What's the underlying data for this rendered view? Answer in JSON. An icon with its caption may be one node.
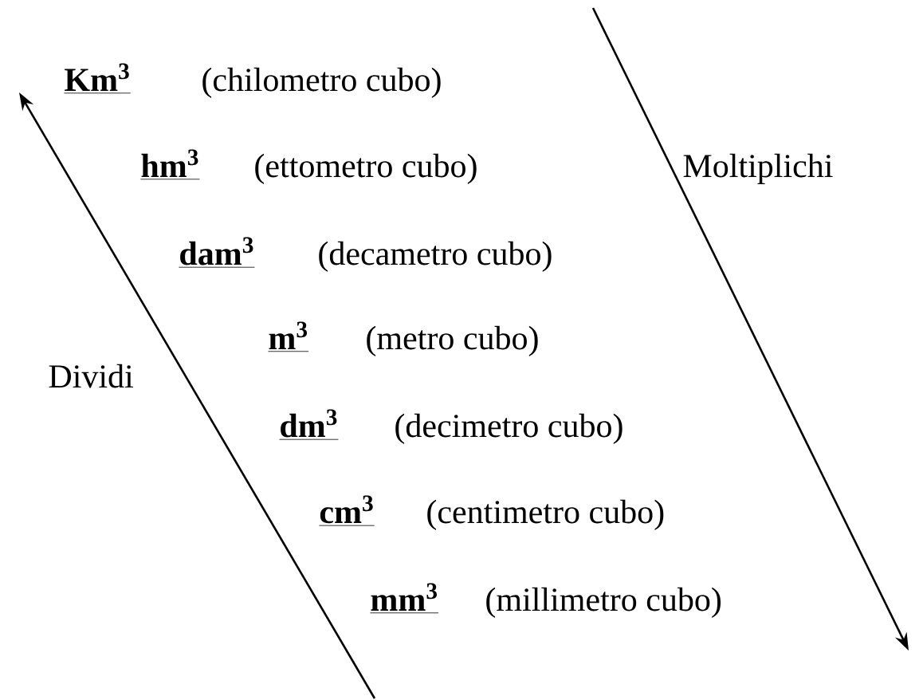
{
  "diagram": {
    "labels": [
      "Km$^{3}$",
      "(chilometro cubo)",
      "hm$^{3}$",
      "(ettometro cubo)",
      "Moltiplichi",
      "dam$^{3}$",
      "(decametro cubo)",
      "m$^{3}$",
      "(metro cubo)",
      "Dividi",
      "dm$^{3}$",
      "(decimetro cubo)",
      "cm$^{3}$",
      "(centimetro cubo)",
      "mm$^{3}$",
      "(millimetro cubo)"
    ]
  }
}
